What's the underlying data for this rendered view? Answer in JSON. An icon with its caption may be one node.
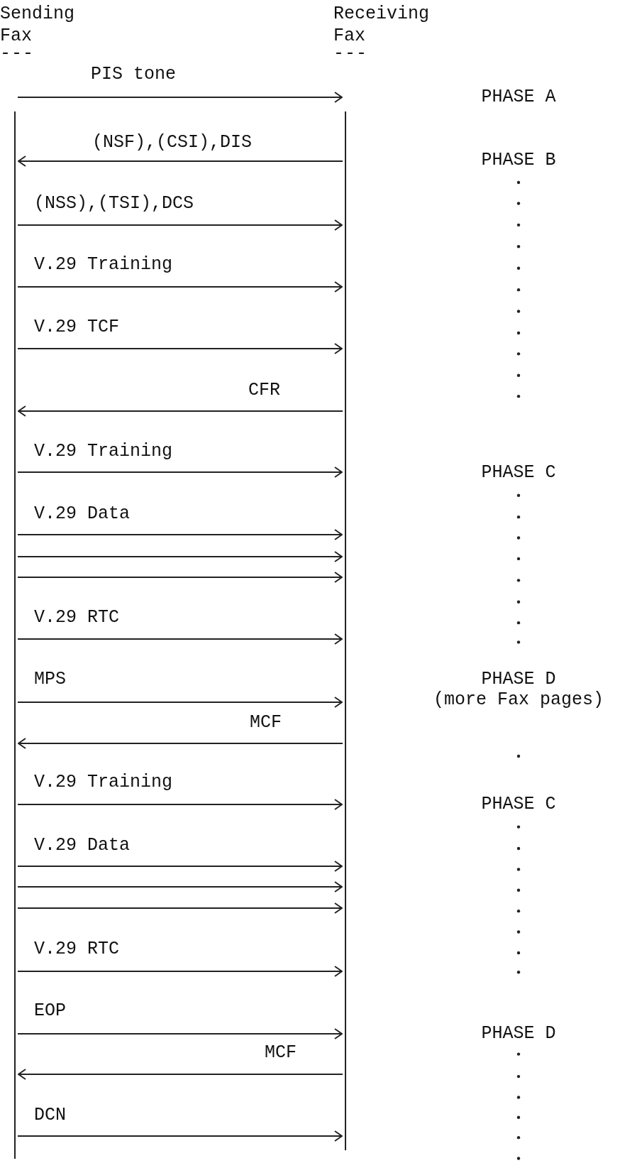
{
  "diagram": {
    "nodes": [
      {
        "text": [
          "Sending Fax"
        ],
        "beside": [
          "---"
        ]
      },
      {
        "text": [
          "Receiving Fax"
        ],
        "beside": [
          "---"
        ]
      }
    ],
    "edges": [
      {
        "from": 0,
        "to": 1,
        "arrow": "to",
        "label": "PIS tone"
      },
      {
        "from": 1,
        "to": 0,
        "arrow": "to",
        "label": "(NSF),(CSI),DIS"
      },
      {
        "from": 0,
        "to": 1,
        "arrow": "to",
        "label": "(NSS),(TSI),DCS"
      },
      {
        "from": 0,
        "to": 1,
        "arrow": "to",
        "label": "V.29 Training"
      },
      {
        "from": 0,
        "to": 1,
        "arrow": "to",
        "label": "V.29 TCF"
      },
      {
        "from": 1,
        "to": 0,
        "arrow": "to",
        "label": "CFR"
      },
      {
        "from": 0,
        "to": 1,
        "arrow": "to",
        "label": "V.29 Training"
      },
      {
        "from": 0,
        "to": 1,
        "arrow": "to",
        "label": "V.29 Data"
      },
      {
        "from": 0,
        "to": 1,
        "arrow": "to"
      },
      {
        "from": 0,
        "to": 1,
        "arrow": "to"
      },
      {
        "from": 0,
        "to": 1,
        "arrow": "to",
        "label": "V.29 RTC"
      },
      {
        "from": 0,
        "to": 1,
        "arrow": "to",
        "label": "MPS"
      },
      {
        "from": 1,
        "to": 0,
        "arrow": "to",
        "label": "MCF"
      },
      {
        "from": 0,
        "to": 1,
        "arrow": "to",
        "label": "V.29 Training"
      },
      {
        "from": 0,
        "to": 1,
        "arrow": "to",
        "label": "V.29 Data"
      },
      {
        "from": 0,
        "to": 1,
        "arrow": "to"
      },
      {
        "from": 0,
        "to": 1,
        "arrow": "to"
      },
      {
        "from": 0,
        "to": 1,
        "arrow": "to",
        "label": "V.29 RTC"
      },
      {
        "from": 0,
        "to": 1,
        "arrow": "to",
        "label": "EOP"
      },
      {
        "from": 1,
        "to": 0,
        "arrow": "to",
        "label": "MCF"
      },
      {
        "from": 0,
        "to": 1,
        "arrow": "to",
        "label": "DCN"
      }
    ],
    "labels": [
      "PHASE A",
      "PHASE B",
      "PHASE C",
      "PHASE D",
      "(more Fax pages)",
      "PHASE C",
      "PHASE D"
    ]
  }
}
